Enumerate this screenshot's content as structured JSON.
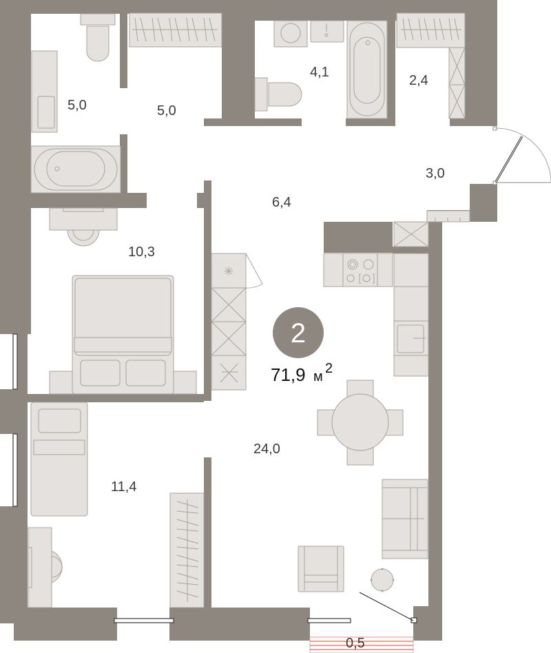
{
  "plan": {
    "rooms_count": "2",
    "total_area_value": "71,9",
    "total_area_unit": "м",
    "total_area_exp": "2",
    "colors": {
      "wall": "#8e8780",
      "furniture": "#e4e1de",
      "balcony_lines": "#e0432e",
      "label": "#3a3a3a"
    },
    "rooms": [
      {
        "id": "bathroom-1",
        "area": "5,0"
      },
      {
        "id": "closet-1",
        "area": "5,0"
      },
      {
        "id": "bathroom-2",
        "area": "4,1"
      },
      {
        "id": "closet-2",
        "area": "2,4"
      },
      {
        "id": "entrance-hall",
        "area": "3,0"
      },
      {
        "id": "corridor",
        "area": "6,4"
      },
      {
        "id": "bedroom-1",
        "area": "10,3"
      },
      {
        "id": "bedroom-2",
        "area": "11,4"
      },
      {
        "id": "kitchen-living",
        "area": "24,0"
      },
      {
        "id": "balcony",
        "area": "0,5"
      }
    ]
  }
}
